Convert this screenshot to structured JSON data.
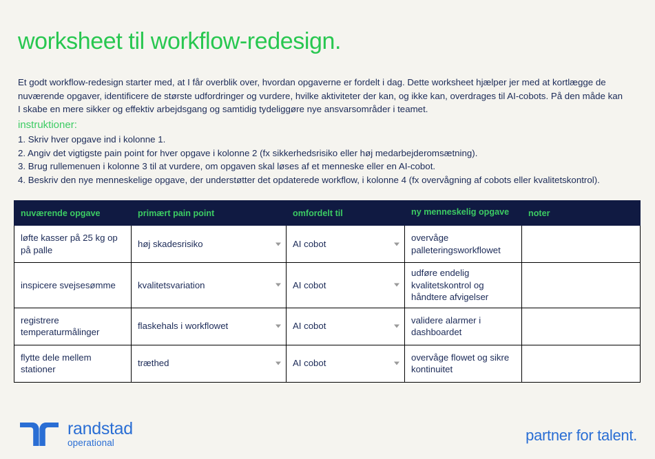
{
  "page": {
    "title": "worksheet til workflow-redesign.",
    "background_color": "#f5f4ef",
    "accent_green": "#28c750",
    "navy": "#101a42",
    "brand_blue": "#2a6ed4"
  },
  "intro": {
    "paragraph": "Et godt workflow-redesign starter med, at I får overblik over, hvordan opgaverne er fordelt i dag. Dette worksheet hjælper jer med at kortlægge de nuværende opgaver, identificere de største udfordringer og vurdere, hvilke aktiviteter der kan, og ikke kan, overdrages til AI-cobots. På den måde kan I skabe en mere sikker og effektiv arbejdsgang og samtidig tydeliggøre nye ansvarsområder i teamet."
  },
  "instructions": {
    "heading": "instruktioner:",
    "items": [
      "1. Skriv hver opgave ind i kolonne 1.",
      "2. Angiv det vigtigste pain point for hver opgave i kolonne 2 (fx sikkerhedsrisiko eller høj medarbejderomsætning).",
      "3. Brug rullemenuen i kolonne 3 til at vurdere, om opgaven skal løses af et menneske eller en AI-cobot.",
      "4. Beskriv den nye menneskelige opgave, der understøtter det opdaterede workflow, i kolonne 4 (fx overvågning af cobots eller kvalitetskontrol)."
    ]
  },
  "table": {
    "headers": [
      "nuværende opgave",
      "primært pain point",
      "omfordelt til",
      "ny menneskelig opgave",
      "noter"
    ],
    "rows": [
      {
        "current_task": "løfte kasser på 25 kg op på palle",
        "pain_point": "høj skadesrisiko",
        "reassigned_to": "AI cobot",
        "new_human_task": "overvåge palleteringsworkflowet",
        "notes": ""
      },
      {
        "current_task": "inspicere svejsesømme",
        "pain_point": "kvalitetsvariation",
        "reassigned_to": "AI cobot",
        "new_human_task": "udføre endelig kvalitetskontrol og håndtere afvigelser",
        "notes": ""
      },
      {
        "current_task": "registrere temperaturmålinger",
        "pain_point": "flaskehals i workflowet",
        "reassigned_to": "AI cobot",
        "new_human_task": "validere alarmer i dashboardet",
        "notes": ""
      },
      {
        "current_task": "flytte dele mellem stationer",
        "pain_point": "træthed",
        "reassigned_to": "AI cobot",
        "new_human_task": "overvåge flowet og sikre kontinuitet",
        "notes": ""
      }
    ]
  },
  "footer": {
    "logo_word": "randstad",
    "logo_sub": "operational",
    "tagline": "partner for talent."
  }
}
